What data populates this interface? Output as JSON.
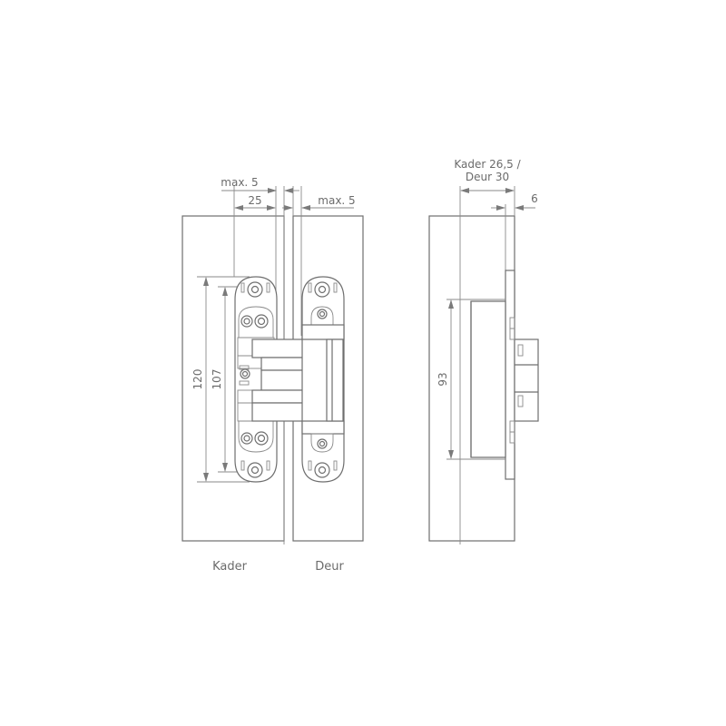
{
  "diagram": {
    "title": "Concealed hinge technical drawing",
    "front_view": {
      "dimensions": {
        "max_frame_gap": "max. 5",
        "width_25": "25",
        "max_door_gap": "max. 5",
        "height_120": "120",
        "height_107": "107"
      },
      "labels": {
        "frame": "Kader",
        "door": "Deur"
      }
    },
    "side_view": {
      "dimensions": {
        "depth_line1": "Kader 26,5 /",
        "depth_line2": "Deur 30",
        "plate_6": "6",
        "height_93": "93"
      }
    },
    "colors": {
      "line": "#6f6f6f",
      "text": "#6b6b6b",
      "background": "#ffffff"
    }
  }
}
